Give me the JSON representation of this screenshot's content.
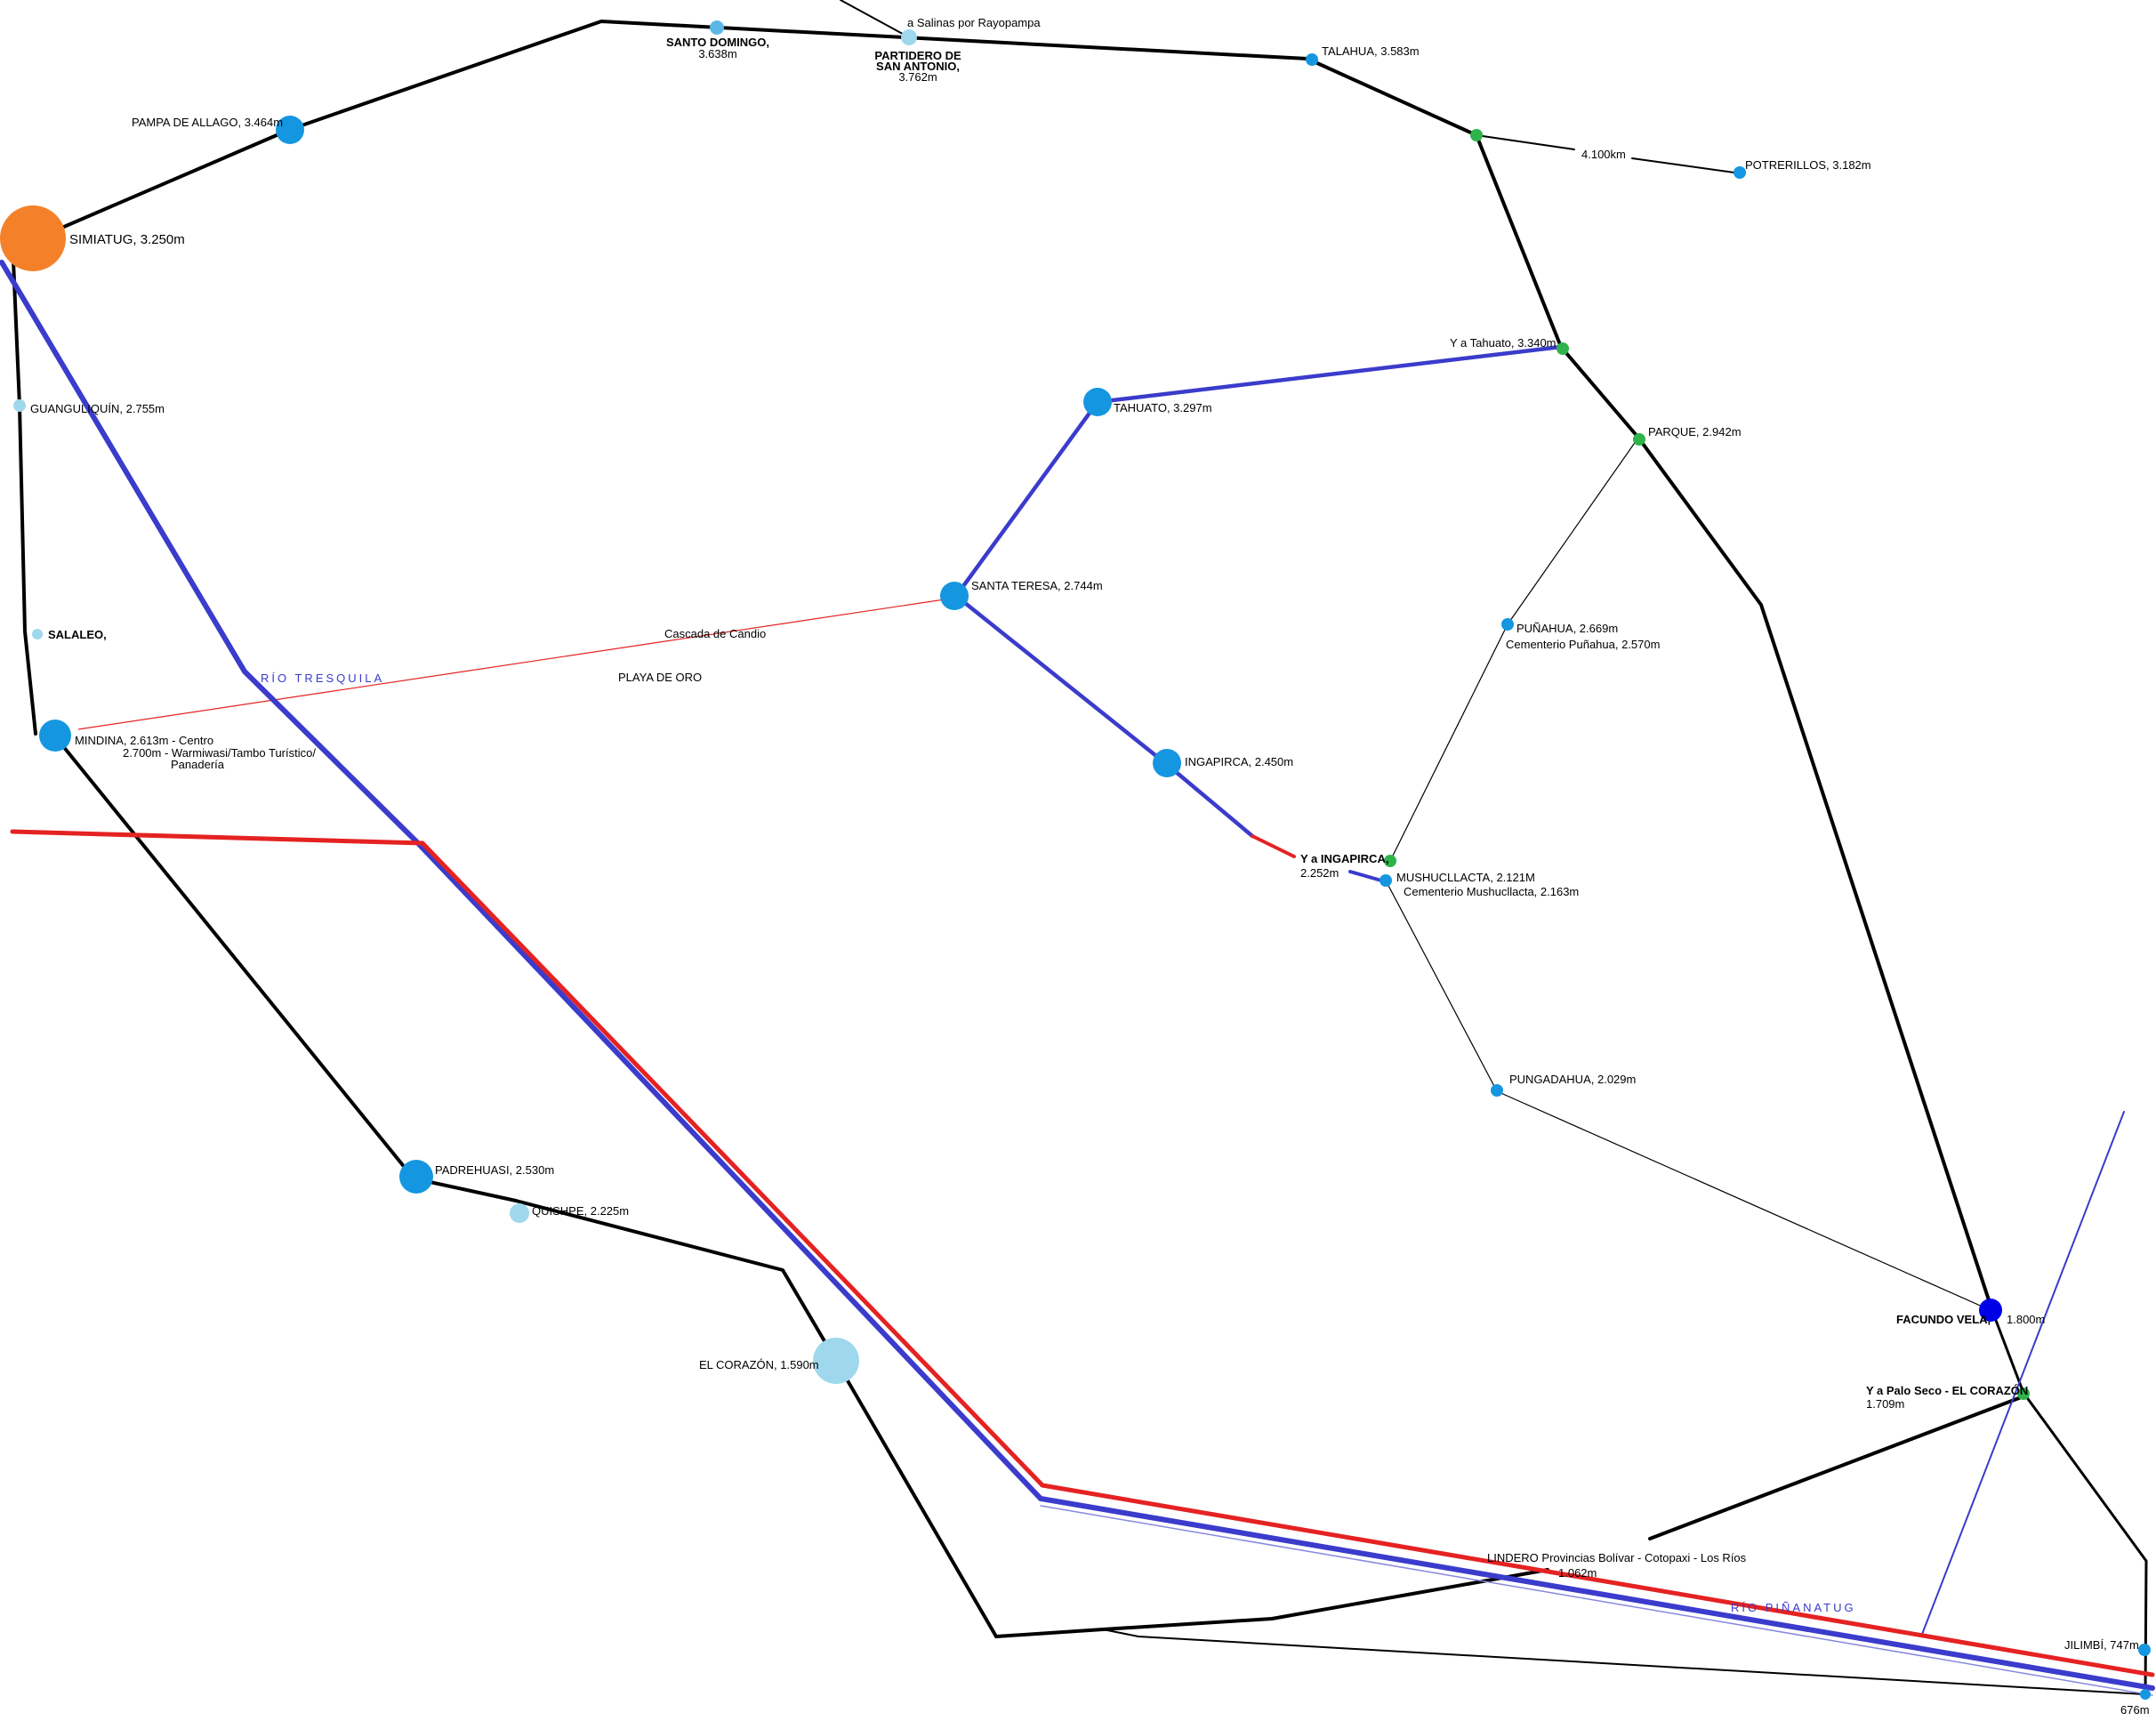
{
  "colors": {
    "road": "#000000",
    "river": "#3b3bcc",
    "boundary": "#e52222",
    "town_major": "#1596e0",
    "town_minor": "#9fd8ec",
    "junction": "#2fb34a",
    "origin": "#f4812a",
    "destination": "#0000e6"
  },
  "places": [
    {
      "name": "SIMIATUG,",
      "elev": " 3.250m",
      "icon": "orange-circle"
    },
    {
      "name": "PAMPA DE ALLAGO,",
      "elev": " 3.464m",
      "icon": "blue-circle"
    },
    {
      "name": "SANTO DOMINGO,",
      "elev": "3.638m",
      "icon": "lightblue-dot"
    },
    {
      "name": "PARTIDERO DE",
      "name2": "SAN ANTONIO,",
      "elev": "3.762m",
      "icon": "lightblue-dot"
    },
    {
      "name": "TALAHUA,",
      "elev": " 3.583m",
      "icon": "blue-dot"
    },
    {
      "name": "POTRERILLOS,",
      "elev": " 3.182m",
      "icon": "blue-dot"
    },
    {
      "name": "Y a Tahuato,",
      "elev": " 3.340m",
      "icon": "green-dot"
    },
    {
      "name": "TAHUATO,",
      "elev": " 3.297m",
      "icon": "blue-circle"
    },
    {
      "name": "PARQUE,",
      "elev": " 2.942m",
      "icon": "green-dot"
    },
    {
      "name": "SANTA TERESA,",
      "elev": " 2.744m",
      "icon": "blue-circle"
    },
    {
      "name": "PUÑAHUA,",
      "elev": " 2.669m",
      "extra": "Cementerio Puñahua, 2.570m",
      "icon": "blue-dot"
    },
    {
      "name": "GUANGULIQUÍN,",
      "elev": " 2.755m",
      "icon": "lightblue-dot"
    },
    {
      "name": "SALALEO,",
      "elev": "",
      "icon": "lightblue-dot"
    },
    {
      "name": "MINDINA,",
      "elev": " 2.613m - Centro",
      "extra": "2.700m - Warmiwasi/Tambo Turístico/",
      "extra2": "Panadería",
      "icon": "blue-circle"
    },
    {
      "name": "INGAPIRCA,",
      "elev": " 2.450m",
      "icon": "blue-circle"
    },
    {
      "name": "Y a INGAPIRCA,",
      "elev": "2.252m",
      "icon": "green-dot"
    },
    {
      "name": "MUSHUCLLACTA,",
      "elev": " 2.121M",
      "extra": "Cementerio Mushucllacta, 2.163m",
      "icon": "blue-dot"
    },
    {
      "name": "PUNGADAHUA,",
      "elev": "  2.029m",
      "icon": "blue-dot"
    },
    {
      "name": "PADREHUASI,",
      "elev": " 2.530m",
      "icon": "blue-circle"
    },
    {
      "name": "QUISHPE,",
      "elev": " 2.225m",
      "icon": "lightblue-circle"
    },
    {
      "name": "EL CORAZÓN,",
      "elev": " 1.590m",
      "icon": "lightblue-circle"
    },
    {
      "name": "FACUNDO VELA,",
      "elev": "1.800m",
      "icon": "darkblue-circle"
    },
    {
      "name": "Y a Palo Seco - EL CORAZÓN",
      "elev": "1.709m",
      "icon": "green-dot"
    },
    {
      "name": "JILIMBÍ,",
      "elev": " 747m",
      "icon": "blue-dot"
    }
  ],
  "labels": {
    "salinas": "a Salinas por Rayopampa",
    "distance": "4.100km",
    "cascada": "Cascada de Candio",
    "playa": "PLAYA DE ORO",
    "rio_tresquila": "RÍO TRESQUILA",
    "rio_pinanatug": "RÍO PIÑANATUG",
    "lindero_title": "LINDERO",
    "lindero_text": " Provincias Bolívar - Cotopaxi - Los Ríos",
    "elev_1062": "1.062m",
    "elev_676": "676m"
  }
}
